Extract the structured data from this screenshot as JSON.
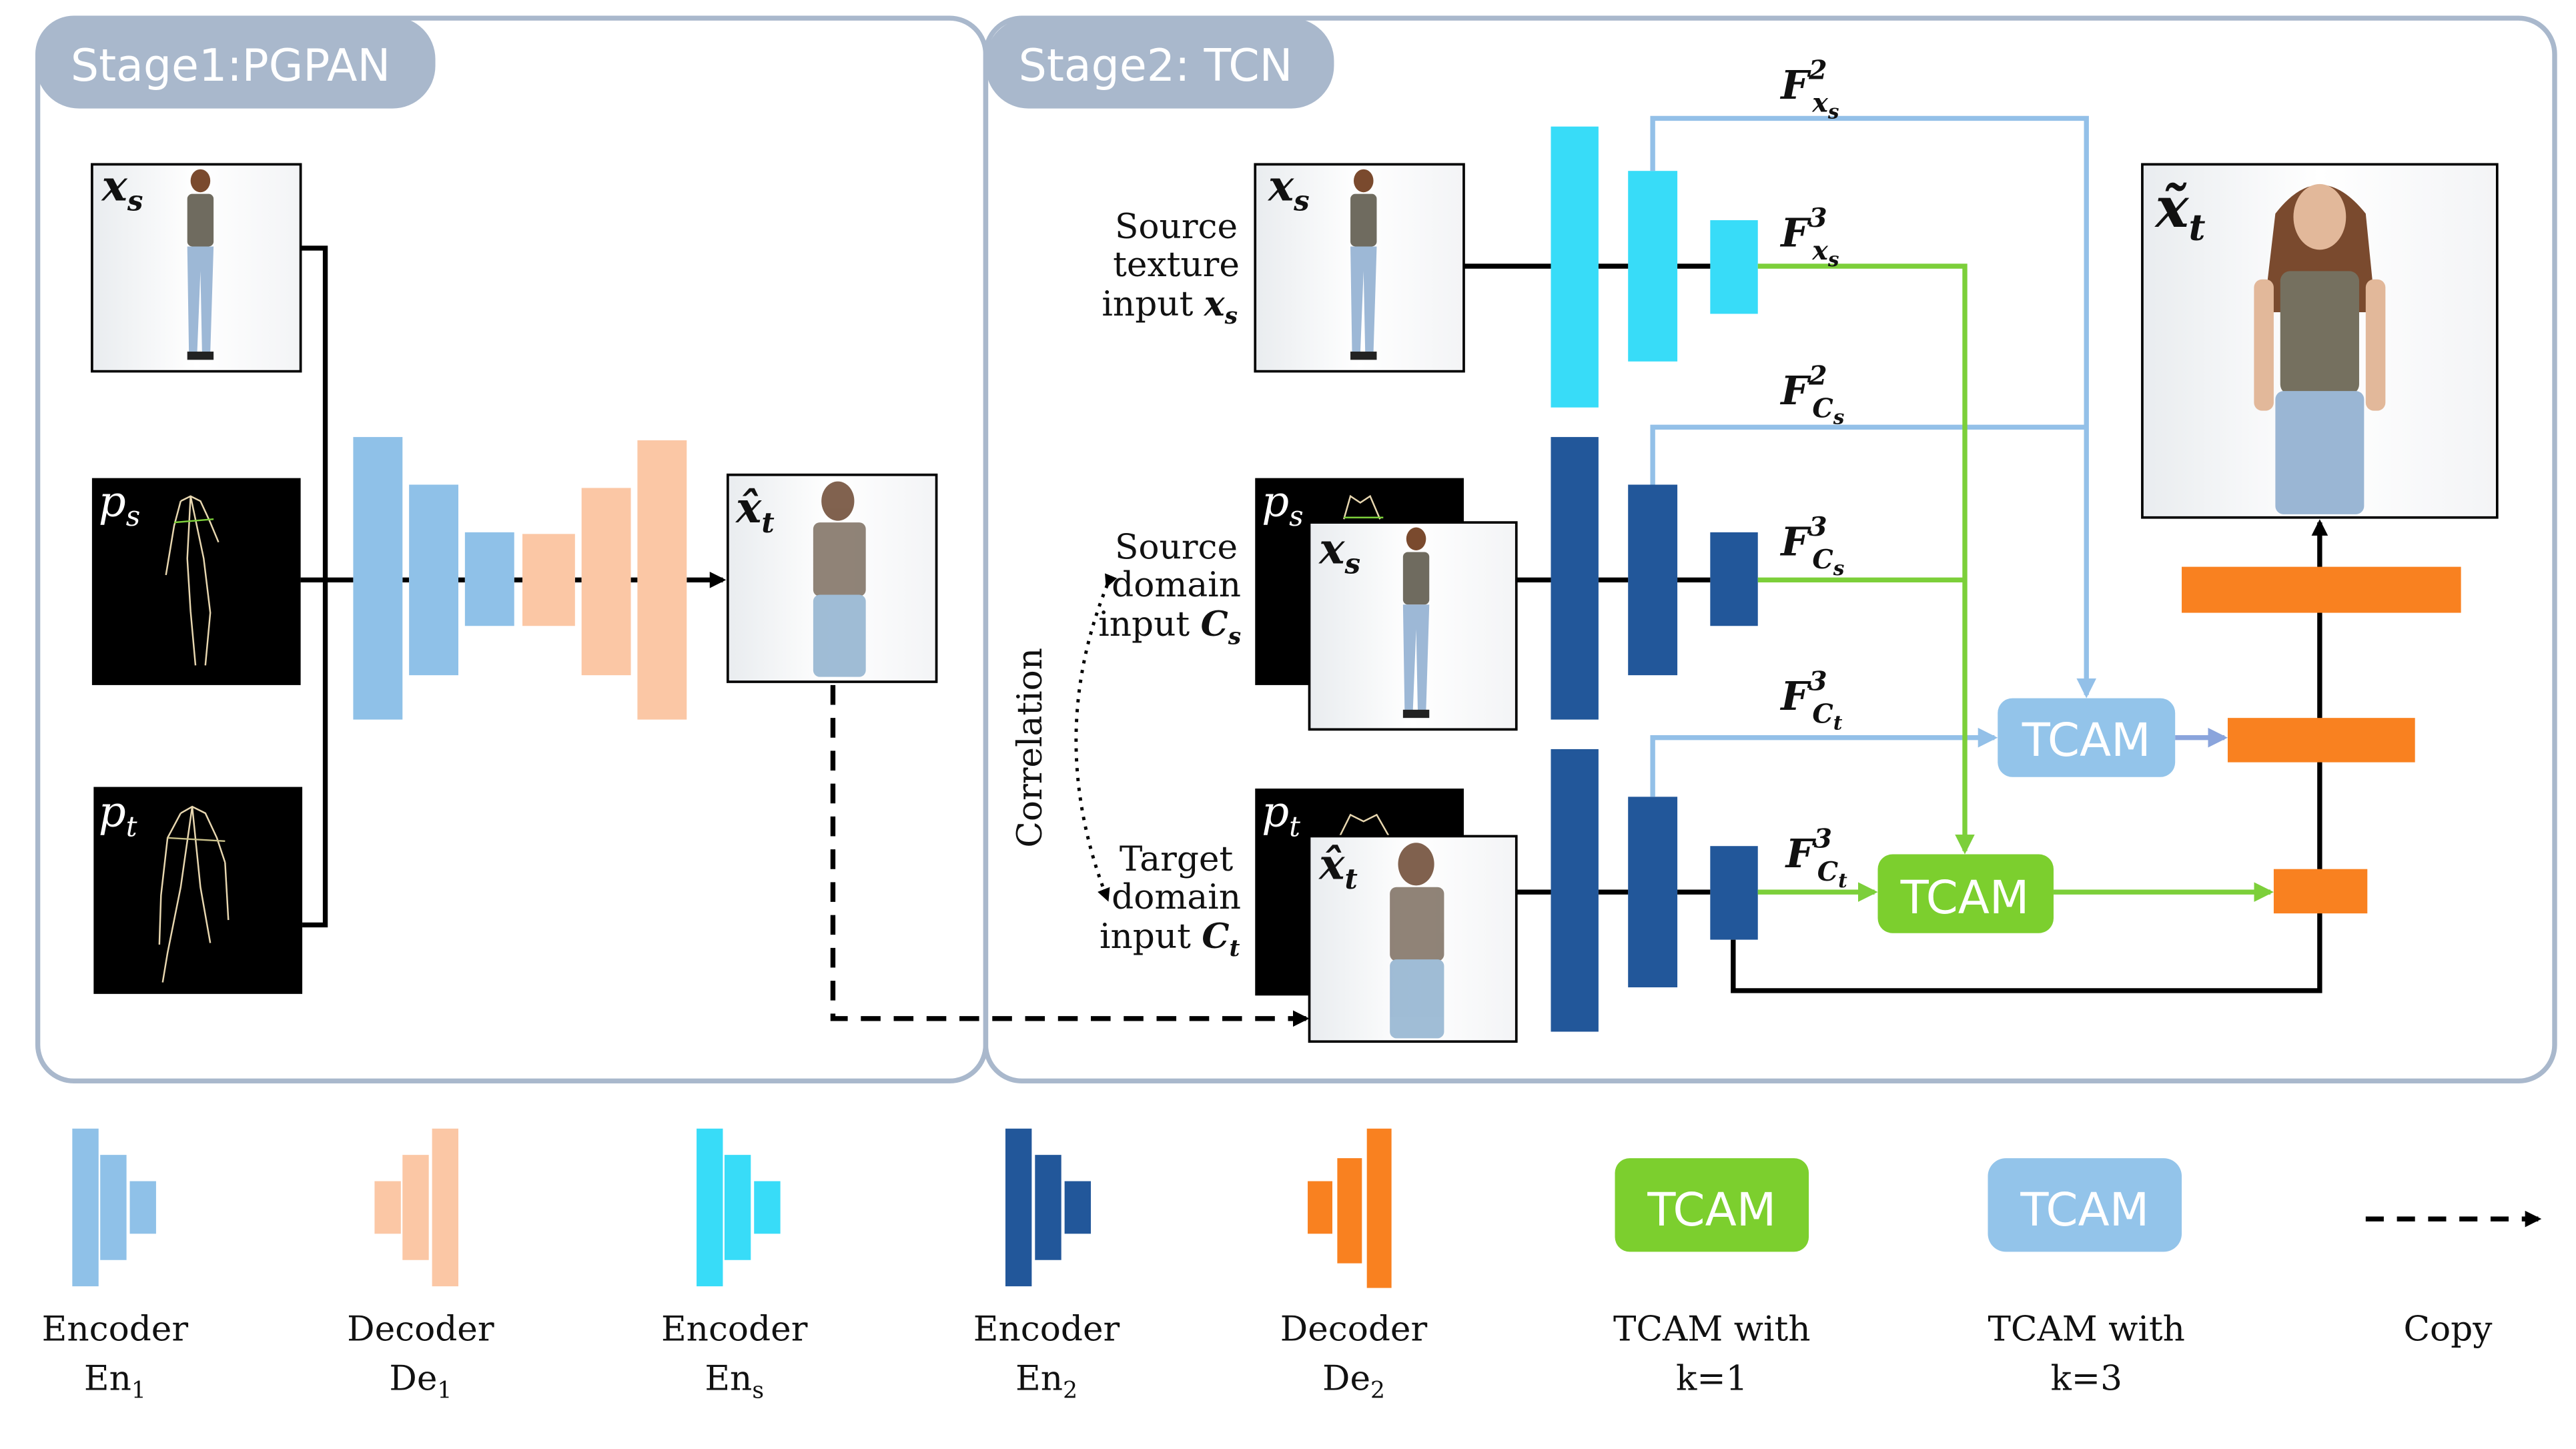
{
  "stages": {
    "stage1": {
      "title": "Stage1:PGPAN"
    },
    "stage2": {
      "title": "Stage2: TCN"
    }
  },
  "stage1": {
    "inputs": [
      {
        "symbol": "x",
        "sub": "s",
        "kind": "photo"
      },
      {
        "symbol": "p",
        "sub": "s",
        "kind": "pose"
      },
      {
        "symbol": "p",
        "sub": "t",
        "kind": "pose"
      }
    ],
    "output": {
      "symbol": "x̂",
      "sub": "t"
    }
  },
  "stage2": {
    "source_texture": {
      "lines": [
        "Source",
        "texture",
        "input "
      ],
      "math": "x",
      "math_sub": "s",
      "image_symbol": "x",
      "image_sub": "s"
    },
    "source_domain": {
      "lines": [
        "Source",
        "domain",
        "input "
      ],
      "math": "C",
      "math_sub": "s",
      "pose_symbol": "p",
      "pose_sub": "s",
      "image_symbol": "x",
      "image_sub": "s"
    },
    "target_domain": {
      "lines": [
        "Target",
        "domain",
        "input "
      ],
      "math": "C",
      "math_sub": "t",
      "pose_symbol": "p",
      "pose_sub": "t",
      "image_symbol": "x̂",
      "image_sub": "t"
    },
    "correlation_label": "Correlation",
    "features": [
      {
        "id": "fxs2",
        "base": "F",
        "sup": "2",
        "sub": "x",
        "subsub": "s"
      },
      {
        "id": "fxs3",
        "base": "F",
        "sup": "3",
        "sub": "x",
        "subsub": "s"
      },
      {
        "id": "fcs2",
        "base": "F",
        "sup": "2",
        "sub": "C",
        "subsub": "s"
      },
      {
        "id": "fcs3",
        "base": "F",
        "sup": "3",
        "sub": "C",
        "subsub": "s"
      },
      {
        "id": "fct3a",
        "base": "F",
        "sup": "3",
        "sub": "C",
        "subsub": "t"
      },
      {
        "id": "fct3b",
        "base": "F",
        "sup": "3",
        "sub": "C",
        "subsub": "t"
      }
    ],
    "tcam_k3_label": "TCAM",
    "tcam_k1_label": "TCAM",
    "output": {
      "symbol": "x̃",
      "sub": "t"
    }
  },
  "legend": [
    {
      "id": "en1",
      "line1": "Encoder",
      "line2": "En",
      "sub": "1"
    },
    {
      "id": "de1",
      "line1": "Decoder",
      "line2": "De",
      "sub": "1"
    },
    {
      "id": "ens",
      "line1": "Encoder",
      "line2": "En",
      "sub": "s"
    },
    {
      "id": "en2",
      "line1": "Encoder",
      "line2": "En",
      "sub": "2"
    },
    {
      "id": "de2",
      "line1": "Decoder",
      "line2": "De",
      "sub": "2"
    },
    {
      "id": "tcam1",
      "box": "TCAM",
      "line1": "TCAM with",
      "line2": "k=1",
      "sub": ""
    },
    {
      "id": "tcam3",
      "box": "TCAM",
      "line1": "TCAM with",
      "line2": "k=3",
      "sub": ""
    },
    {
      "id": "copy",
      "line1": "Copy",
      "line2": "",
      "sub": ""
    }
  ],
  "colors": {
    "stage_border": "#a9b8cc",
    "encoder1": "#8fc1e8",
    "decoder1": "#fbc7a5",
    "encoder_s": "#38dcf8",
    "encoder2": "#22579a",
    "decoder2": "#f98120",
    "tcam_k1": "#7ccf2e",
    "tcam_k3": "#93c4ea",
    "line_green": "#7ccf3a",
    "line_blue": "#93c0e8"
  }
}
